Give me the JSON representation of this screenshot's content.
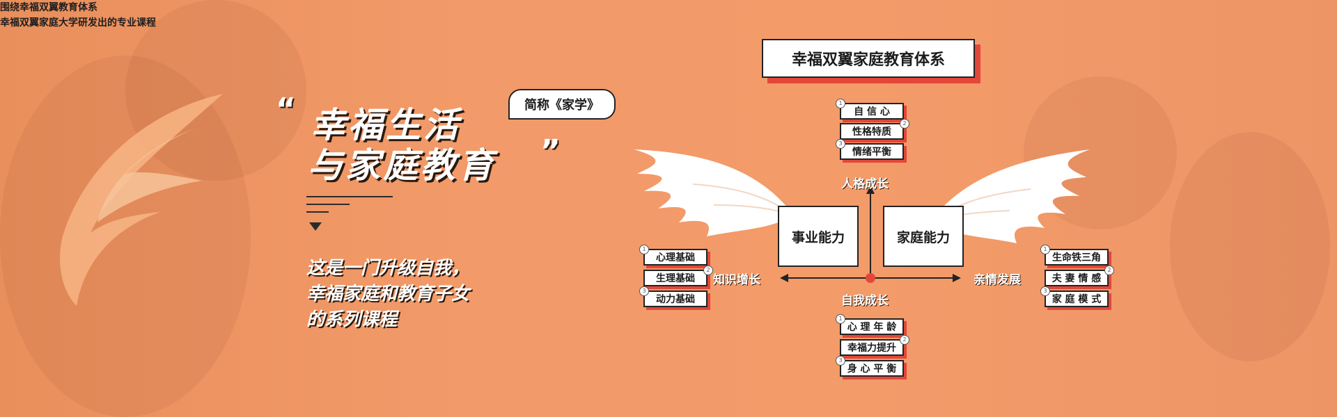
{
  "intro": {
    "line1": "围绕幸福双翼教育体系",
    "line2": "幸福双翼家庭大学研发出的专业课程"
  },
  "headline": {
    "open_quote": "“",
    "line1": "幸福生活",
    "line2": "与家庭教育",
    "close_quote": "”",
    "abbreviation": "简称《家学》"
  },
  "description": {
    "line1": "这是一门升级自我，",
    "line2": "幸福家庭和教育子女",
    "line3": "的系列课程"
  },
  "diagram": {
    "title": "幸福双翼家庭教育体系",
    "ability_left": "事业能力",
    "ability_right": "家庭能力",
    "axis_top": "人格成长",
    "axis_bottom": "自我成长",
    "axis_left": "知识增长",
    "axis_right": "亲情发展",
    "top_items": [
      "自 信 心",
      "性格特质",
      "情绪平衡"
    ],
    "left_items": [
      "心理基础",
      "生理基础",
      "动力基础"
    ],
    "right_items": [
      "生命铁三角",
      "夫 妻 情 感",
      "家 庭 模 式"
    ],
    "bottom_items": [
      "心 理 年 龄",
      "幸福力提升",
      "身 心 平 衡"
    ],
    "numbers": [
      "1",
      "2",
      "3"
    ],
    "accent_color": "#e2473a",
    "background_color": "#f29a69"
  }
}
